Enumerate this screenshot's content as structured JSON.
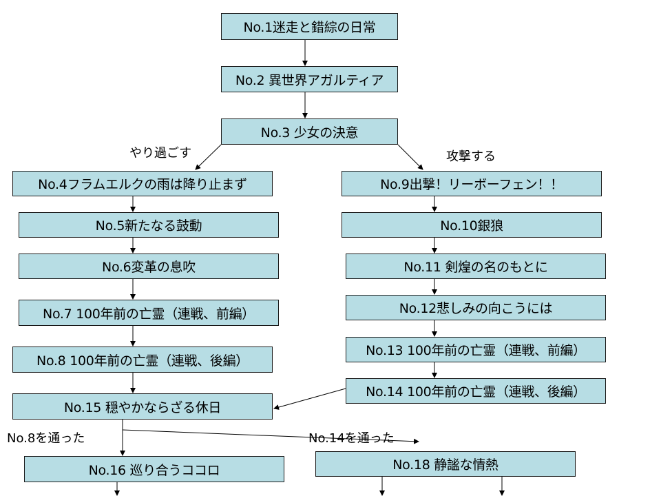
{
  "diagram": {
    "type": "flowchart",
    "colors": {
      "node_fill": "#b7dde4",
      "node_border": "#1a1a1a",
      "edge": "#000000"
    },
    "nodes": {
      "n1": "No.1迷走と錯綜の日常",
      "n2": "No.2 異世界アガルティア",
      "n3": "No.3 少女の決意",
      "n4": "No.4フラムエルクの雨は降り止まず",
      "n5": "No.5新たなる鼓動",
      "n6": "No.6変革の息吹",
      "n7": "No.7 100年前の亡霊（連戦、前編）",
      "n8": "No.8 100年前の亡霊（連戦、後編）",
      "n9": "No.9出撃！リーボーフェン！！",
      "n10": "No.10銀狼",
      "n11": "No.11 剣煌の名のもとに",
      "n12": "No.12悲しみの向こうには",
      "n13": "No.13 100年前の亡霊（連戦、前編）",
      "n14": "No.14 100年前の亡霊（連戦、後編）",
      "n15": "No.15 穏やかならざる休日",
      "n16": "No.16 巡り合うココロ",
      "n18": "No.18 静謐な情熱"
    },
    "branch_labels": {
      "pass": "やり過ごす",
      "attack": "攻撃する",
      "via_no8": "No.8を通った",
      "via_no14": "No.14を通った"
    },
    "edges": [
      [
        "n1",
        "n2"
      ],
      [
        "n2",
        "n3"
      ],
      [
        "n3",
        "n4"
      ],
      [
        "n3",
        "n9"
      ],
      [
        "n4",
        "n5"
      ],
      [
        "n5",
        "n6"
      ],
      [
        "n6",
        "n7"
      ],
      [
        "n7",
        "n8"
      ],
      [
        "n8",
        "n15"
      ],
      [
        "n9",
        "n10"
      ],
      [
        "n10",
        "n11"
      ],
      [
        "n11",
        "n12"
      ],
      [
        "n12",
        "n13"
      ],
      [
        "n13",
        "n14"
      ],
      [
        "n14",
        "n15"
      ],
      [
        "n15",
        "n16"
      ],
      [
        "n15",
        "n18"
      ]
    ]
  }
}
